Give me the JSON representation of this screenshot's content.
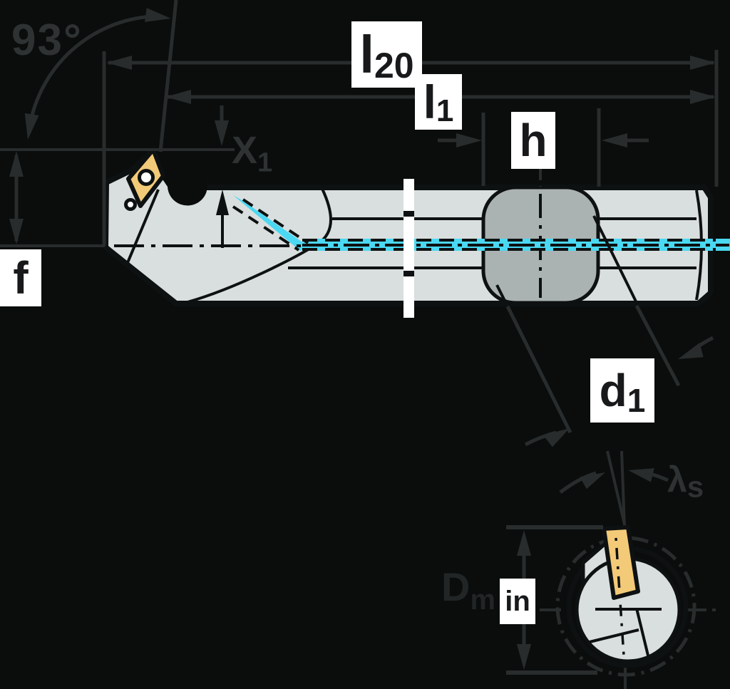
{
  "drawing": {
    "kind": "boring-bar-dimension-drawing",
    "labels": {
      "angle": "93°",
      "l20": {
        "base": "l",
        "sub": "20"
      },
      "l1": {
        "base": "l",
        "sub": "1"
      },
      "h": "h",
      "x1": {
        "base": "X",
        "sub": "1"
      },
      "f": "f",
      "d1": {
        "base": "d",
        "sub": "1"
      },
      "lambda_s": {
        "base": "λ",
        "sub": "s"
      },
      "d_min": {
        "base": "D",
        "sub_outside": "m",
        "sub_boxed": "in"
      }
    },
    "colors": {
      "background": "#0b0d0d",
      "body_gray": "#d9dfde",
      "boss_gray": "#abb3b2",
      "insert_gold": "#f3ca78",
      "coolant_cyan": "#4ad8f2",
      "outline_black": "#0e1111",
      "dim_line": "#282c2c",
      "dim_text": "#2e3232",
      "label_bg": "#ffffff",
      "label_text": "#17191a"
    }
  }
}
